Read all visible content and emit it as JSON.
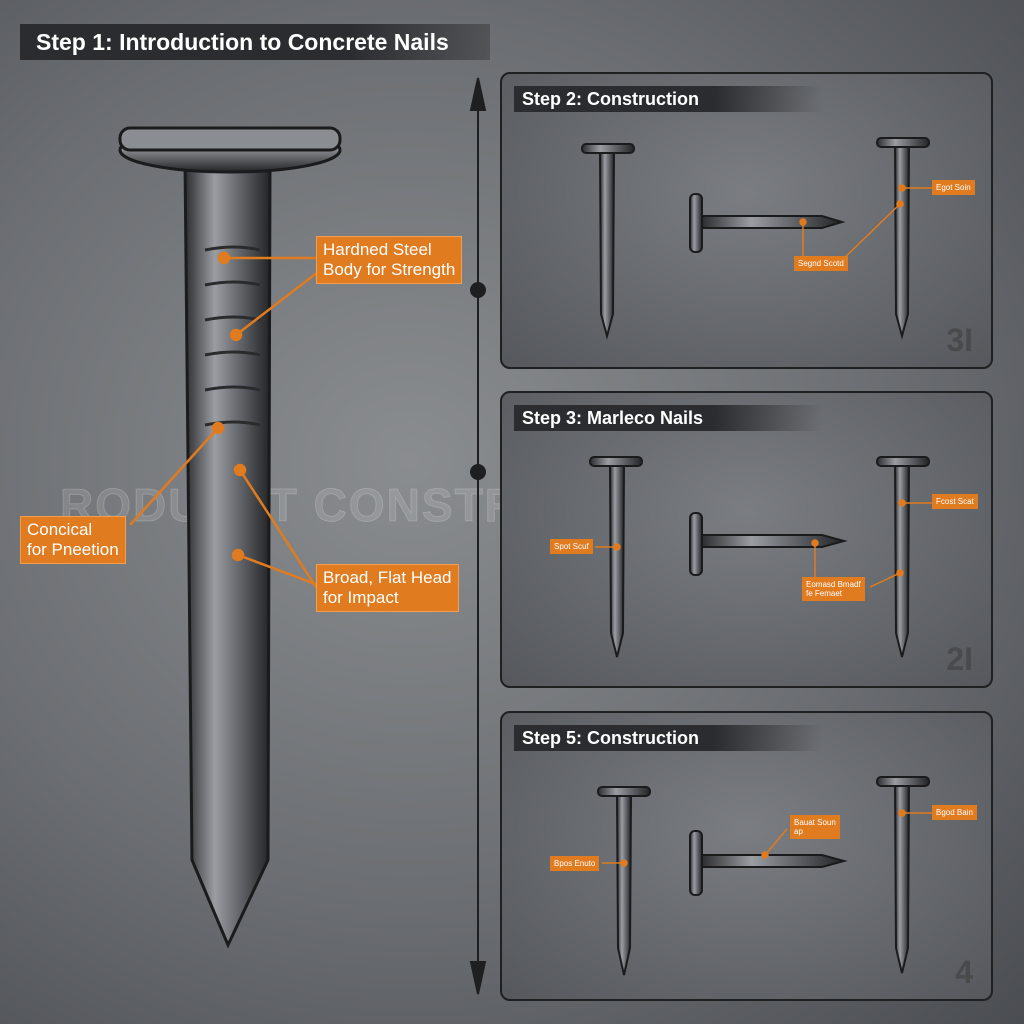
{
  "title": "Step 1: Introduction to Concrete Nails",
  "watermark": "RODUSST CONSTRCTION",
  "main_labels": [
    {
      "text": "Hardned Steel\nBody for Strength"
    },
    {
      "text": "Concical\nfor Pneetion"
    },
    {
      "text": "Broad, Flat Head\nfor Impact"
    }
  ],
  "panels": [
    {
      "title": "Step 2: Construction",
      "number": "3I",
      "labels": [
        "Egot Soin",
        "Segnd Scotd"
      ]
    },
    {
      "title": "Step 3: Marleco Nails",
      "number": "2I",
      "labels": [
        "Fcost Scat",
        "Spot Scuf",
        "Eomasd Bmadf\nfe Femaet"
      ]
    },
    {
      "title": "Step 5: Construction",
      "number": "4",
      "labels": [
        "Bgod Bain",
        "Bauat Soun\nap",
        "Bpos Enuto"
      ]
    }
  ],
  "colors": {
    "accent": "#e07b20",
    "background": "#6b6e72",
    "title_bar": "#2a2c2f"
  }
}
